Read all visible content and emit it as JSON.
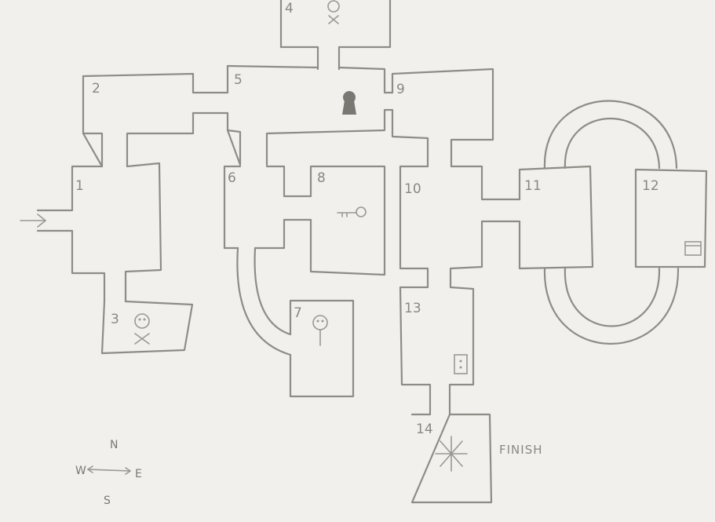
{
  "rooms": [
    {
      "id": "1",
      "label": "1"
    },
    {
      "id": "2",
      "label": "2"
    },
    {
      "id": "3",
      "label": "3"
    },
    {
      "id": "4",
      "label": "4"
    },
    {
      "id": "5",
      "label": "5"
    },
    {
      "id": "6",
      "label": "6"
    },
    {
      "id": "7",
      "label": "7"
    },
    {
      "id": "8",
      "label": "8"
    },
    {
      "id": "9",
      "label": "9"
    },
    {
      "id": "10",
      "label": "10"
    },
    {
      "id": "11",
      "label": "11"
    },
    {
      "id": "12",
      "label": "12"
    },
    {
      "id": "13",
      "label": "13"
    },
    {
      "id": "14",
      "label": "14"
    }
  ],
  "finish_label": "FINISH",
  "compass": {
    "north": "N",
    "west": "W",
    "east": "E",
    "south": "S"
  },
  "icons": {
    "skull": "skull-icon",
    "key": "key-icon",
    "keyhole": "keyhole-icon",
    "lamp": "lamp-icon",
    "chest": "chest-icon",
    "door": "door-icon",
    "entrance": "entrance-arrow-icon",
    "finish": "finish-star-icon"
  },
  "colors": {
    "paper": "#f1f0ec",
    "pencil": "#8e8c86",
    "keyhole": "#7a7872"
  }
}
